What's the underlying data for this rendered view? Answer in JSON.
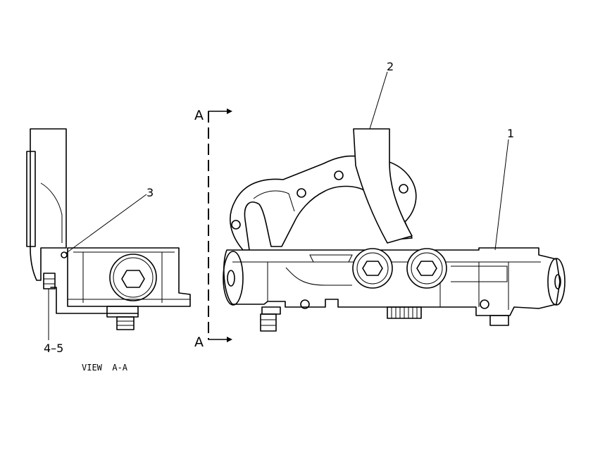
{
  "callouts": {
    "c1": "1",
    "c2": "2",
    "c3": "3",
    "c45": "4–5"
  },
  "section": {
    "top_letter": "A",
    "bottom_letter": "A"
  },
  "view_label": "VIEW  A-A"
}
